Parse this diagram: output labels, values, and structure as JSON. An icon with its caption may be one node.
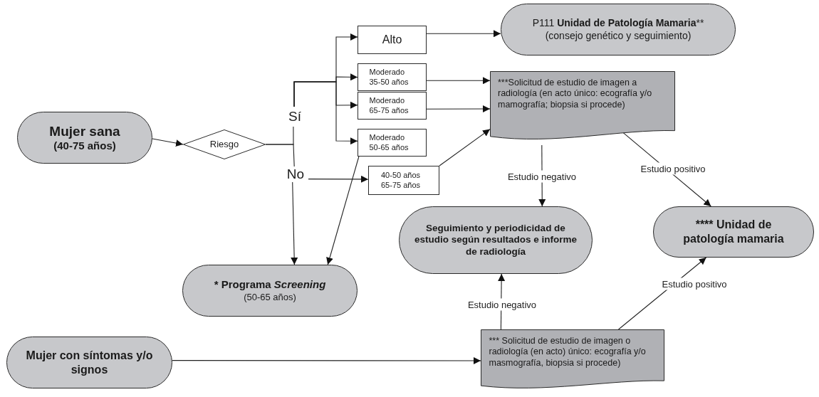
{
  "diagram": {
    "nodes": [
      {
        "text": [
          "Mujer sana",
          "(40-75 años)"
        ]
      },
      {
        "text": [
          "Riesgo"
        ]
      },
      {
        "text": [
          "Sí"
        ]
      },
      {
        "text": [
          "No"
        ]
      },
      {
        "text": [
          "Alto"
        ]
      },
      {
        "text": [
          "P111 **Unidad de Patología Mamaria****",
          "(consejo genético y seguimiento)"
        ]
      },
      {
        "text": [
          "Moderado 35-50 años"
        ]
      },
      {
        "text": [
          "Moderado 65-75 años"
        ]
      },
      {
        "text": [
          "Moderado 50-65 años"
        ]
      },
      {
        "text": [
          "***Solicitud de estudio de imagen a radiología (en acto único: ecografía y/o mamografía; biopsia si procede)"
        ]
      },
      {
        "text": [
          "40-50 años 65-75 años"
        ]
      },
      {
        "text": [
          "Seguimiento y periodicidad de estudio según resultados e informe de radiología"
        ]
      },
      {
        "text": [
          "**** Unidad de patología mamaria"
        ]
      },
      {
        "text": [
          "* Programa *Screening*",
          "(50-65 años)"
        ]
      },
      {
        "text": [
          "Mujer con síntomas y/o signos"
        ]
      },
      {
        "text": [
          "*** Solicitud de estudio de imagen o radiología (en acto) único: ecografía y/o masmografía, biopsia si procede)"
        ]
      }
    ],
    "edges": [
      {
        "from": 0,
        "to": 1,
        "arrow": "to"
      },
      {
        "from": 1,
        "to": 2,
        "arrow": "none"
      },
      {
        "from": 1,
        "to": 3,
        "arrow": "none"
      },
      {
        "from": 2,
        "to": 4,
        "arrow": "to"
      },
      {
        "from": 2,
        "to": 6,
        "arrow": "to"
      },
      {
        "from": 2,
        "to": 7,
        "arrow": "to"
      },
      {
        "from": 2,
        "to": 8,
        "arrow": "to"
      },
      {
        "from": 3,
        "to": 10,
        "arrow": "to"
      },
      {
        "from": 3,
        "to": 13,
        "arrow": "to"
      },
      {
        "from": 8,
        "to": 13,
        "arrow": "to"
      },
      {
        "from": 6,
        "to": 9,
        "arrow": "to"
      },
      {
        "from": 7,
        "to": 9,
        "arrow": "to"
      },
      {
        "from": 10,
        "to": 9,
        "arrow": "to"
      },
      {
        "from": 4,
        "to": 5,
        "arrow": "to"
      },
      {
        "from": 9,
        "to": 11,
        "arrow": "to",
        "label": "Estudio negativo"
      },
      {
        "from": 9,
        "to": 12,
        "arrow": "to",
        "label": "Estudio positivo"
      },
      {
        "from": 14,
        "to": 15,
        "arrow": "to"
      },
      {
        "from": 15,
        "to": 11,
        "arrow": "to",
        "label": "Estudio negativo"
      },
      {
        "from": 15,
        "to": 12,
        "arrow": "to",
        "label": "Estudio positivo"
      }
    ]
  }
}
